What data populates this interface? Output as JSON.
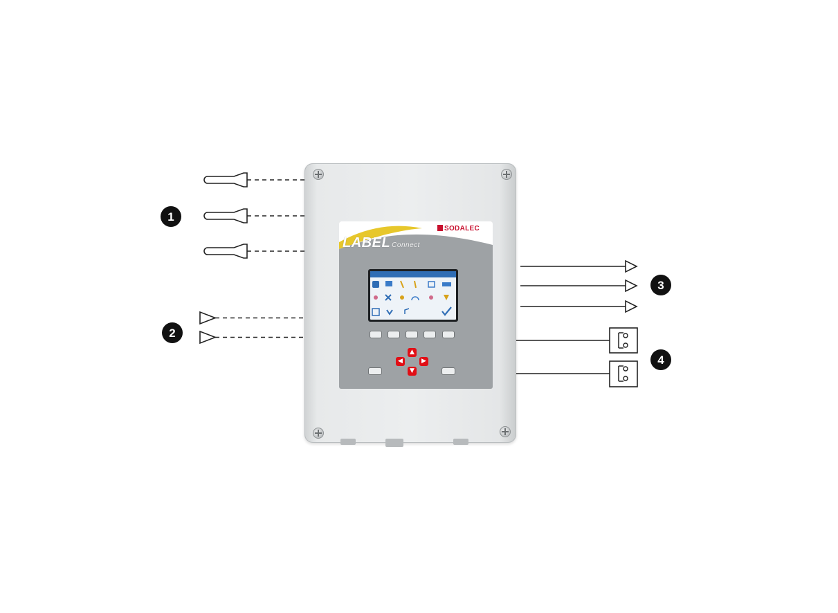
{
  "device": {
    "title": "LABEL",
    "subtitle": "Connect",
    "brand": "SODALEC"
  },
  "callouts": [
    "1",
    "2",
    "3",
    "4"
  ],
  "colors": {
    "callout_fill": "#111111",
    "accent_red": "#e10f16",
    "brand_red": "#c8102e",
    "accent_yellow": "#e7c72b",
    "screen_blue": "#2f6db5"
  },
  "icons": [
    "probe-sensor-icon",
    "input-triangle-icon",
    "output-arrow-icon",
    "relay-contact-icon",
    "screw-icon",
    "arrow-up-icon",
    "arrow-down-icon",
    "arrow-left-icon",
    "arrow-right-icon"
  ]
}
